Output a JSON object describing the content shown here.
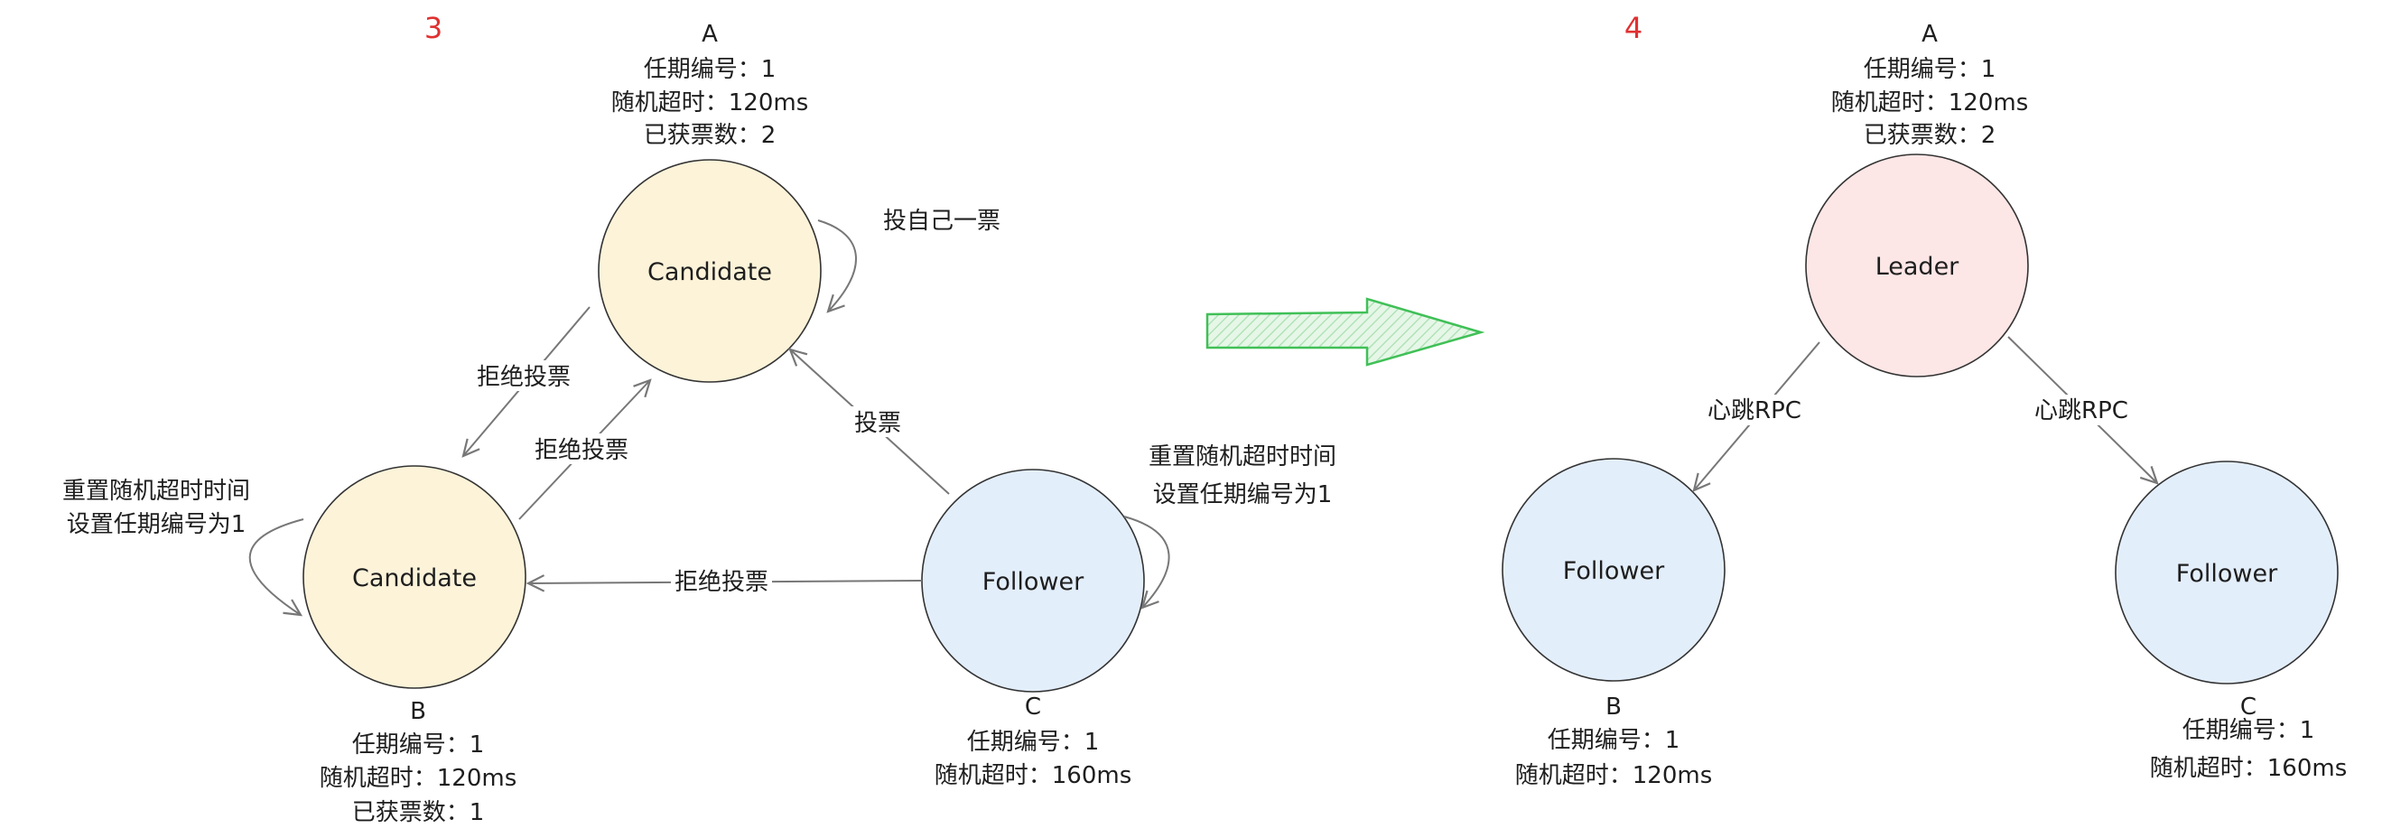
{
  "colors": {
    "candidate": "#fcf3d9",
    "follower": "#e3eefb",
    "leader": "#fde6e6",
    "step": "#e03131",
    "arrow": "#40c057"
  },
  "panel3": {
    "step": "3",
    "nodeA": {
      "name": "A",
      "lines": [
        "任期编号：1",
        "随机超时：120ms",
        "已获票数：2"
      ],
      "state": "Candidate"
    },
    "nodeB": {
      "name": "B",
      "lines": [
        "任期编号：1",
        "随机超时：120ms",
        "已获票数：1"
      ],
      "state": "Candidate"
    },
    "nodeC": {
      "name": "C",
      "lines": [
        "任期编号：1",
        "随机超时：160ms"
      ],
      "state": "Follower"
    },
    "edges": {
      "a_self": "投自己一票",
      "a_to_b": "拒绝投票",
      "b_to_a": "拒绝投票",
      "c_to_a": "投票",
      "c_to_b": "拒绝投票",
      "b_self": [
        "重置随机超时时间",
        "设置任期编号为1"
      ],
      "c_self": [
        "重置随机超时时间",
        "设置任期编号为1"
      ]
    }
  },
  "panel4": {
    "step": "4",
    "nodeA": {
      "name": "A",
      "lines": [
        "任期编号：1",
        "随机超时：120ms",
        "已获票数：2"
      ],
      "state": "Leader"
    },
    "nodeB": {
      "name": "B",
      "lines": [
        "任期编号：1",
        "随机超时：120ms"
      ],
      "state": "Follower"
    },
    "nodeC": {
      "name": "C",
      "lines": [
        "任期编号：1",
        "随机超时：160ms"
      ],
      "state": "Follower"
    },
    "edges": {
      "a_to_b": "心跳RPC",
      "a_to_c": "心跳RPC"
    }
  }
}
